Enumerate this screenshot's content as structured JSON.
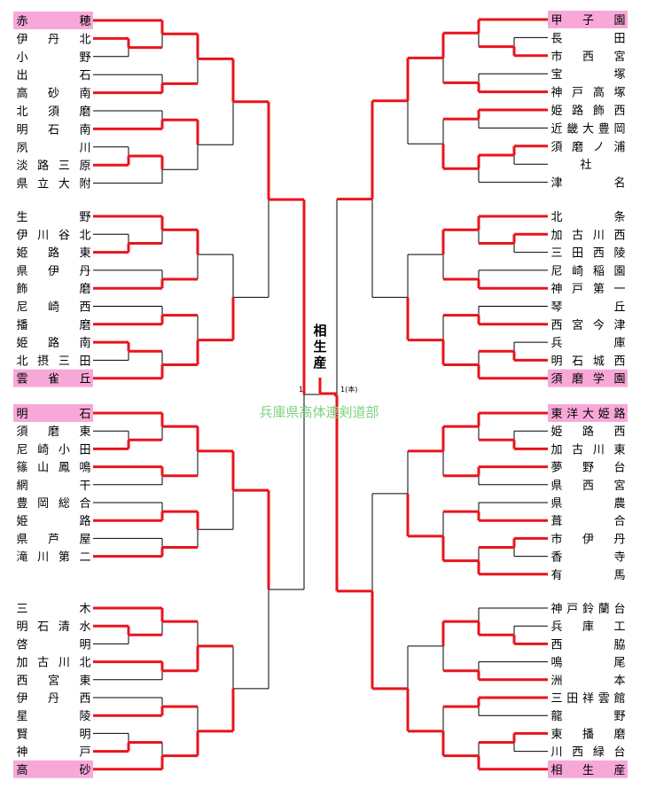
{
  "organization": "兵庫県高体連剣道部",
  "champion": "相生産",
  "final_scores": {
    "left": "1",
    "right": "1(本)"
  },
  "left_teams": [
    {
      "name": "赤穂",
      "highlight": true
    },
    {
      "name": "伊丹北"
    },
    {
      "name": "小野"
    },
    {
      "name": "出石"
    },
    {
      "name": "高砂南"
    },
    {
      "name": "北須磨"
    },
    {
      "name": "明石南"
    },
    {
      "name": "夙川"
    },
    {
      "name": "淡路三原"
    },
    {
      "name": "県立大附"
    },
    {
      "name": "生野"
    },
    {
      "name": "伊川谷北"
    },
    {
      "name": "姫路東"
    },
    {
      "name": "県伊丹"
    },
    {
      "name": "飾磨"
    },
    {
      "name": "尼崎西"
    },
    {
      "name": "播磨"
    },
    {
      "name": "姫路南"
    },
    {
      "name": "北摂三田"
    },
    {
      "name": "雲雀丘",
      "highlight": true
    },
    {
      "name": "明石",
      "highlight": true
    },
    {
      "name": "須磨東"
    },
    {
      "name": "尼崎小田"
    },
    {
      "name": "篠山鳳鳴"
    },
    {
      "name": "網干"
    },
    {
      "name": "豊岡総合"
    },
    {
      "name": "姫路"
    },
    {
      "name": "県芦屋"
    },
    {
      "name": "滝川第二"
    },
    {
      "name": "三木"
    },
    {
      "name": "明石清水"
    },
    {
      "name": "啓明"
    },
    {
      "name": "加古川北"
    },
    {
      "name": "西宮東"
    },
    {
      "name": "伊丹西"
    },
    {
      "name": "星陵"
    },
    {
      "name": "賢明"
    },
    {
      "name": "神戸"
    },
    {
      "name": "高砂",
      "highlight": true
    }
  ],
  "right_teams": [
    {
      "name": "甲子園",
      "highlight": true
    },
    {
      "name": "長田"
    },
    {
      "name": "市西宮"
    },
    {
      "name": "宝塚"
    },
    {
      "name": "神戸高塚"
    },
    {
      "name": "姫路飾西"
    },
    {
      "name": "近畿大豊岡"
    },
    {
      "name": "須磨ノ浦"
    },
    {
      "name": "社"
    },
    {
      "name": "津名"
    },
    {
      "name": "北条"
    },
    {
      "name": "加古川西"
    },
    {
      "name": "三田西陵"
    },
    {
      "name": "尼崎稲園"
    },
    {
      "name": "神戸第一"
    },
    {
      "name": "琴丘"
    },
    {
      "name": "西宮今津"
    },
    {
      "name": "兵庫"
    },
    {
      "name": "明石城西"
    },
    {
      "name": "須磨学園",
      "highlight": true
    },
    {
      "name": "東洋大姫路",
      "highlight": true
    },
    {
      "name": "姫路西"
    },
    {
      "name": "加古川東"
    },
    {
      "name": "夢野台"
    },
    {
      "name": "県西宮"
    },
    {
      "name": "県農"
    },
    {
      "name": "葺合"
    },
    {
      "name": "市伊丹"
    },
    {
      "name": "香寺"
    },
    {
      "name": "有馬"
    },
    {
      "name": "神戸鈴蘭台"
    },
    {
      "name": "兵庫工"
    },
    {
      "name": "西脇"
    },
    {
      "name": "鳴尾"
    },
    {
      "name": "洲本"
    },
    {
      "name": "三田祥雲館"
    },
    {
      "name": "龍野"
    },
    {
      "name": "東播磨"
    },
    {
      "name": "川西緑台"
    },
    {
      "name": "相生産",
      "highlight": true
    }
  ],
  "colors": {
    "win": "#e8141e",
    "line": "#000000",
    "highlight": "#f7a8d8",
    "org": "#7fd07f"
  }
}
